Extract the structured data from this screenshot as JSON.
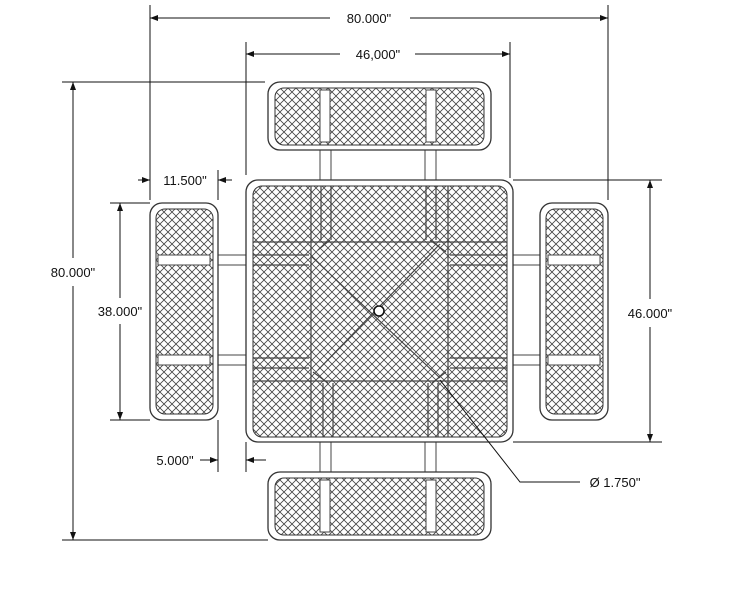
{
  "title": "Square picnic table top view",
  "dimensions": {
    "overall_width": "80.000\"",
    "table_width": "46,000\"",
    "bench_depth": "11.500\"",
    "overall_depth": "80.000\"",
    "bench_length": "38.000\"",
    "table_depth": "46.000\"",
    "bench_gap": "5.000\"",
    "umbrella_hole": "Ø 1.750\""
  }
}
